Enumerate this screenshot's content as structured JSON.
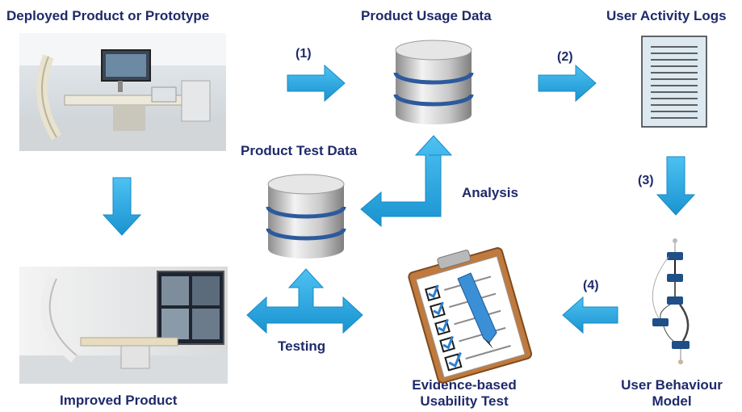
{
  "labels": {
    "deployed": "Deployed Product or Prototype",
    "usage_data": "Product Usage Data",
    "activity_logs": "User Activity Logs",
    "test_data": "Product Test Data",
    "analysis": "Analysis",
    "testing": "Testing",
    "improved": "Improved Product",
    "usability_line1": "Evidence-based",
    "usability_line2": "Usability Test",
    "behaviour_line1": "User Behaviour",
    "behaviour_line2": "Model"
  },
  "steps": {
    "s1": "(1)",
    "s2": "(2)",
    "s3": "(3)",
    "s4": "(4)"
  },
  "colors": {
    "arrow": "#29a6e0",
    "arrow_dark": "#1686c1",
    "text": "#1f2a6b"
  }
}
